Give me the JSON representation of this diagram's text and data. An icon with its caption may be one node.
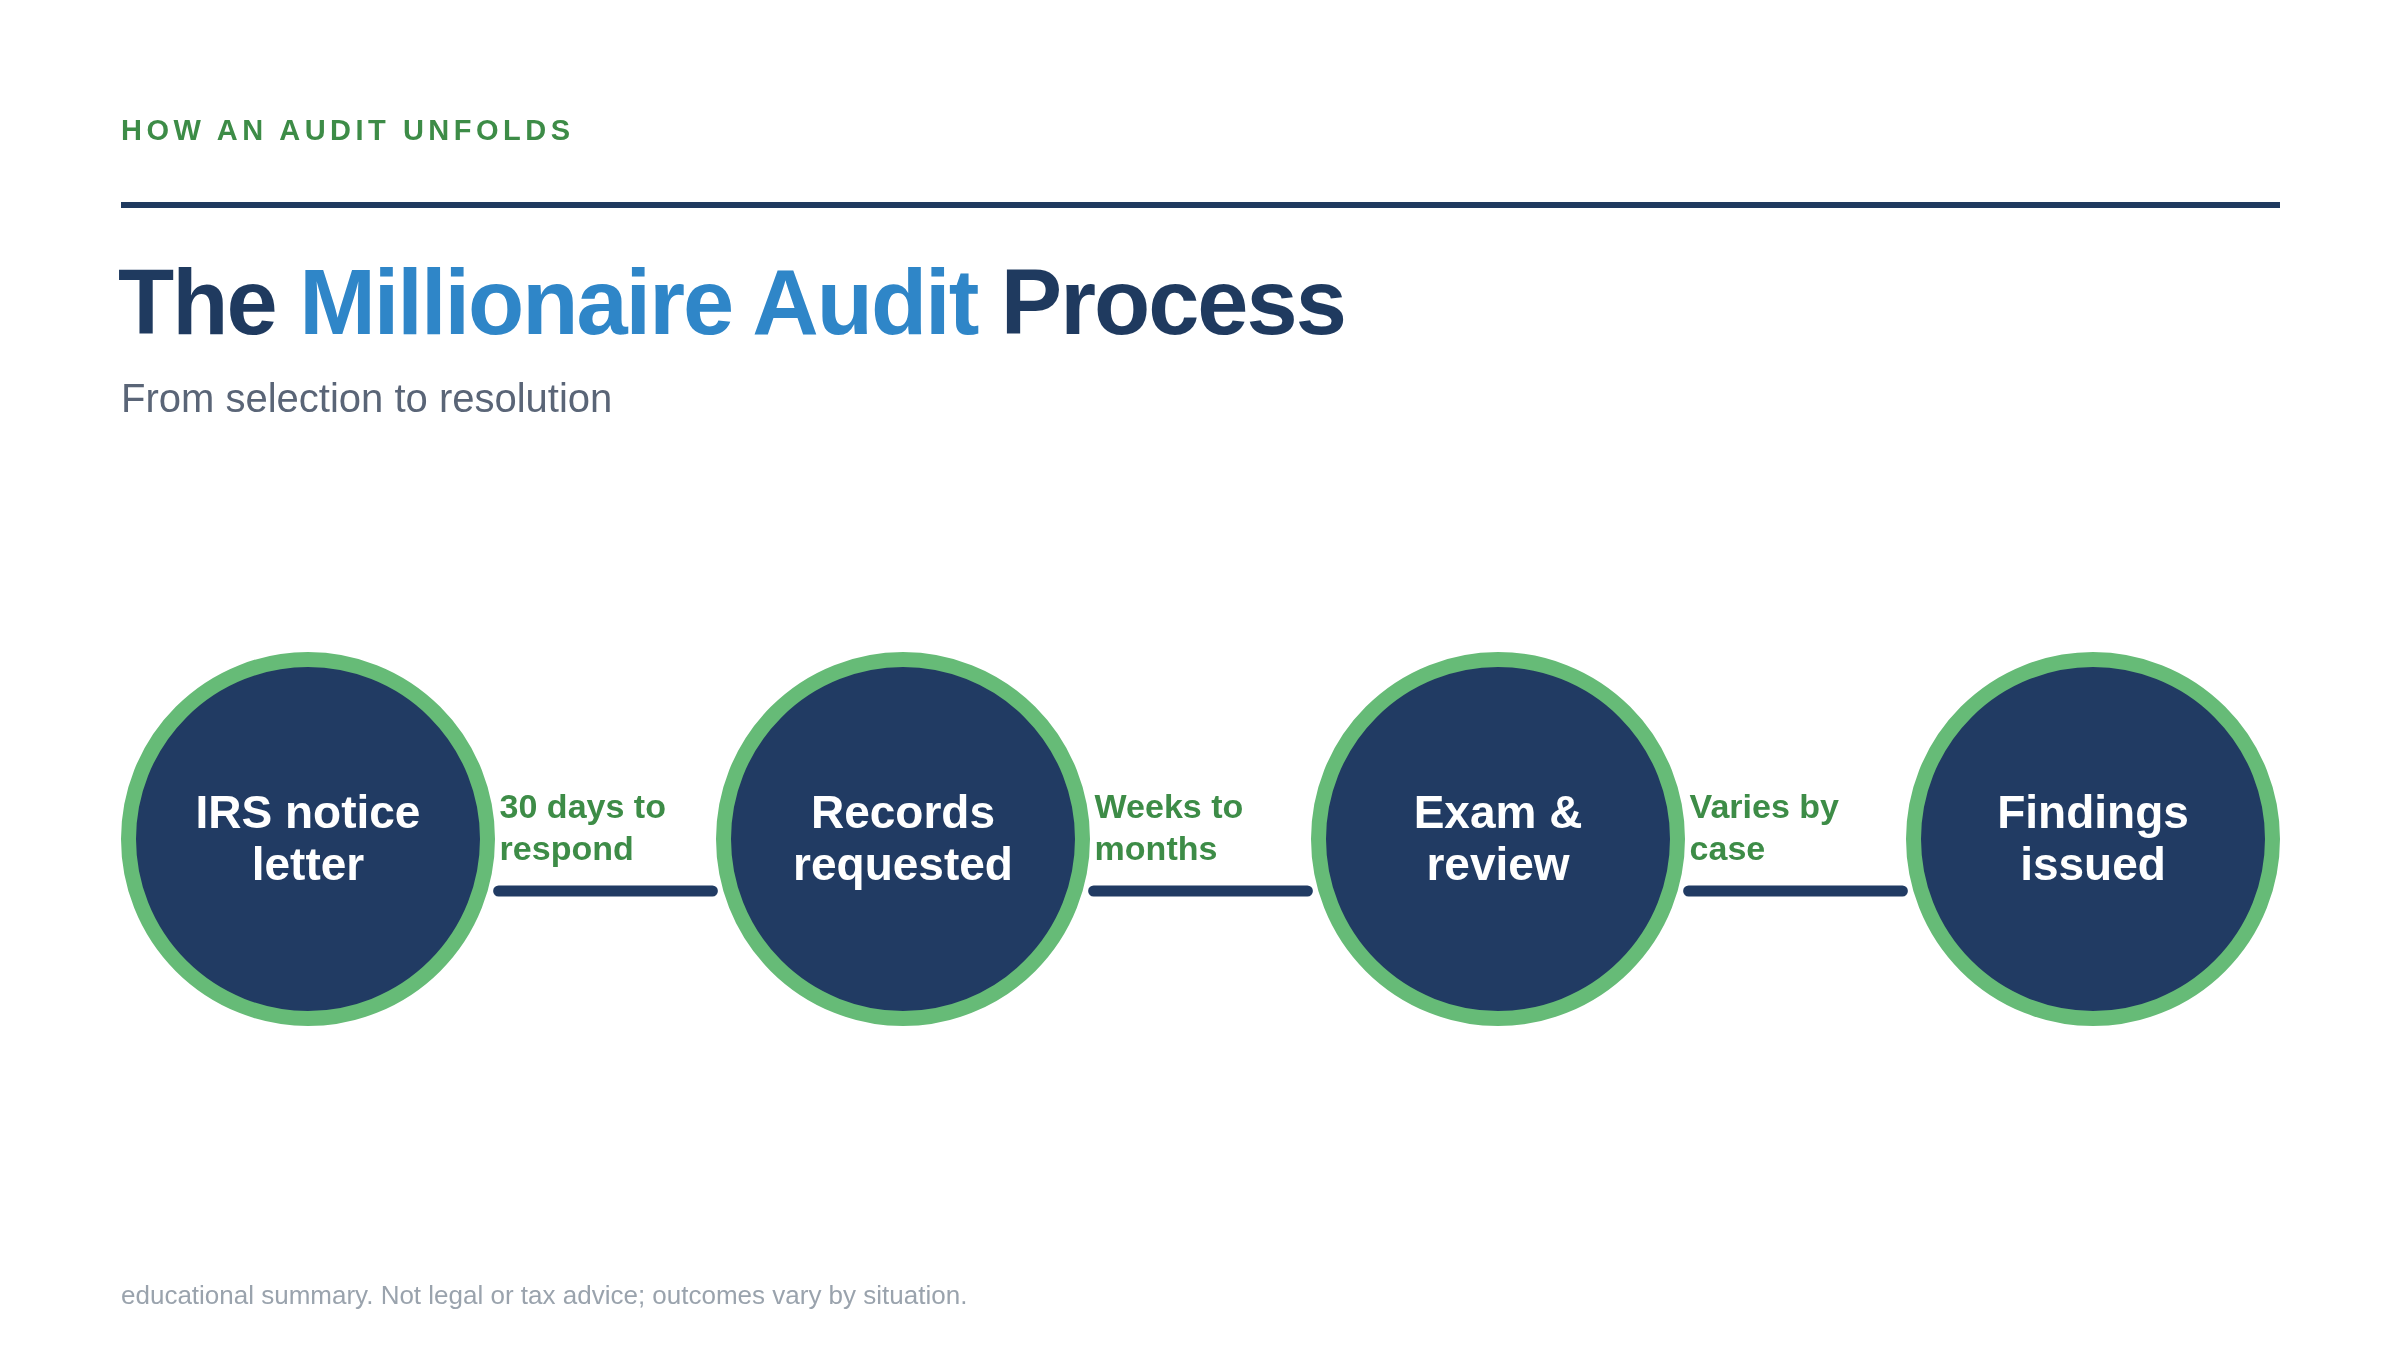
{
  "diagram": {
    "title": "The **Millionaire Audit** Process",
    "caption": "educational summary. Not legal or tax advice; outcomes vary by situation.",
    "nodes": [
      {
        "text": [
          "IRS notice letter"
        ]
      },
      {
        "text": [
          "Records requested"
        ]
      },
      {
        "text": [
          "Exam & review"
        ]
      },
      {
        "text": [
          "Findings issued"
        ]
      }
    ],
    "edges": [
      {
        "from": 0,
        "to": 1,
        "arrow": "none",
        "label": "30 days to respond"
      },
      {
        "from": 1,
        "to": 2,
        "arrow": "none",
        "label": "Weeks to months"
      },
      {
        "from": 2,
        "to": 3,
        "arrow": "none",
        "label": "Varies by case"
      }
    ],
    "labels": [
      "HOW AN AUDIT UNFOLDS",
      "From selection to resolution"
    ]
  }
}
